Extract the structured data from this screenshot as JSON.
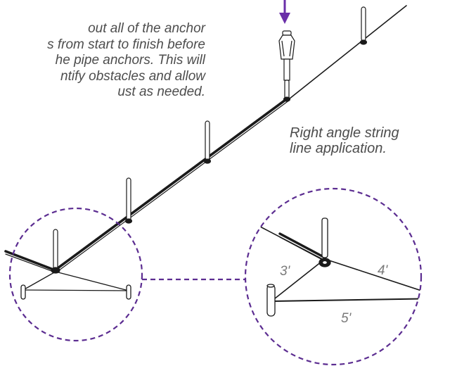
{
  "instruction_text": "out all of the anchor\ns from start to finish before\nhe pipe anchors. This will\nntify obstacles and allow\nust as needed.",
  "caption_text": "Right angle string\nline application.",
  "measurements": {
    "short_leg": "3'",
    "long_leg": "4'",
    "hypotenuse": "5'"
  },
  "colors": {
    "line": "#1a1a1a",
    "text": "#4d4d4d",
    "callout": "#5c2d91",
    "arrow": "#6a2fa8"
  },
  "icons": [
    "down-arrow-icon",
    "anchor-post-icon",
    "installer-tool-icon",
    "zoom-circle-icon"
  ]
}
